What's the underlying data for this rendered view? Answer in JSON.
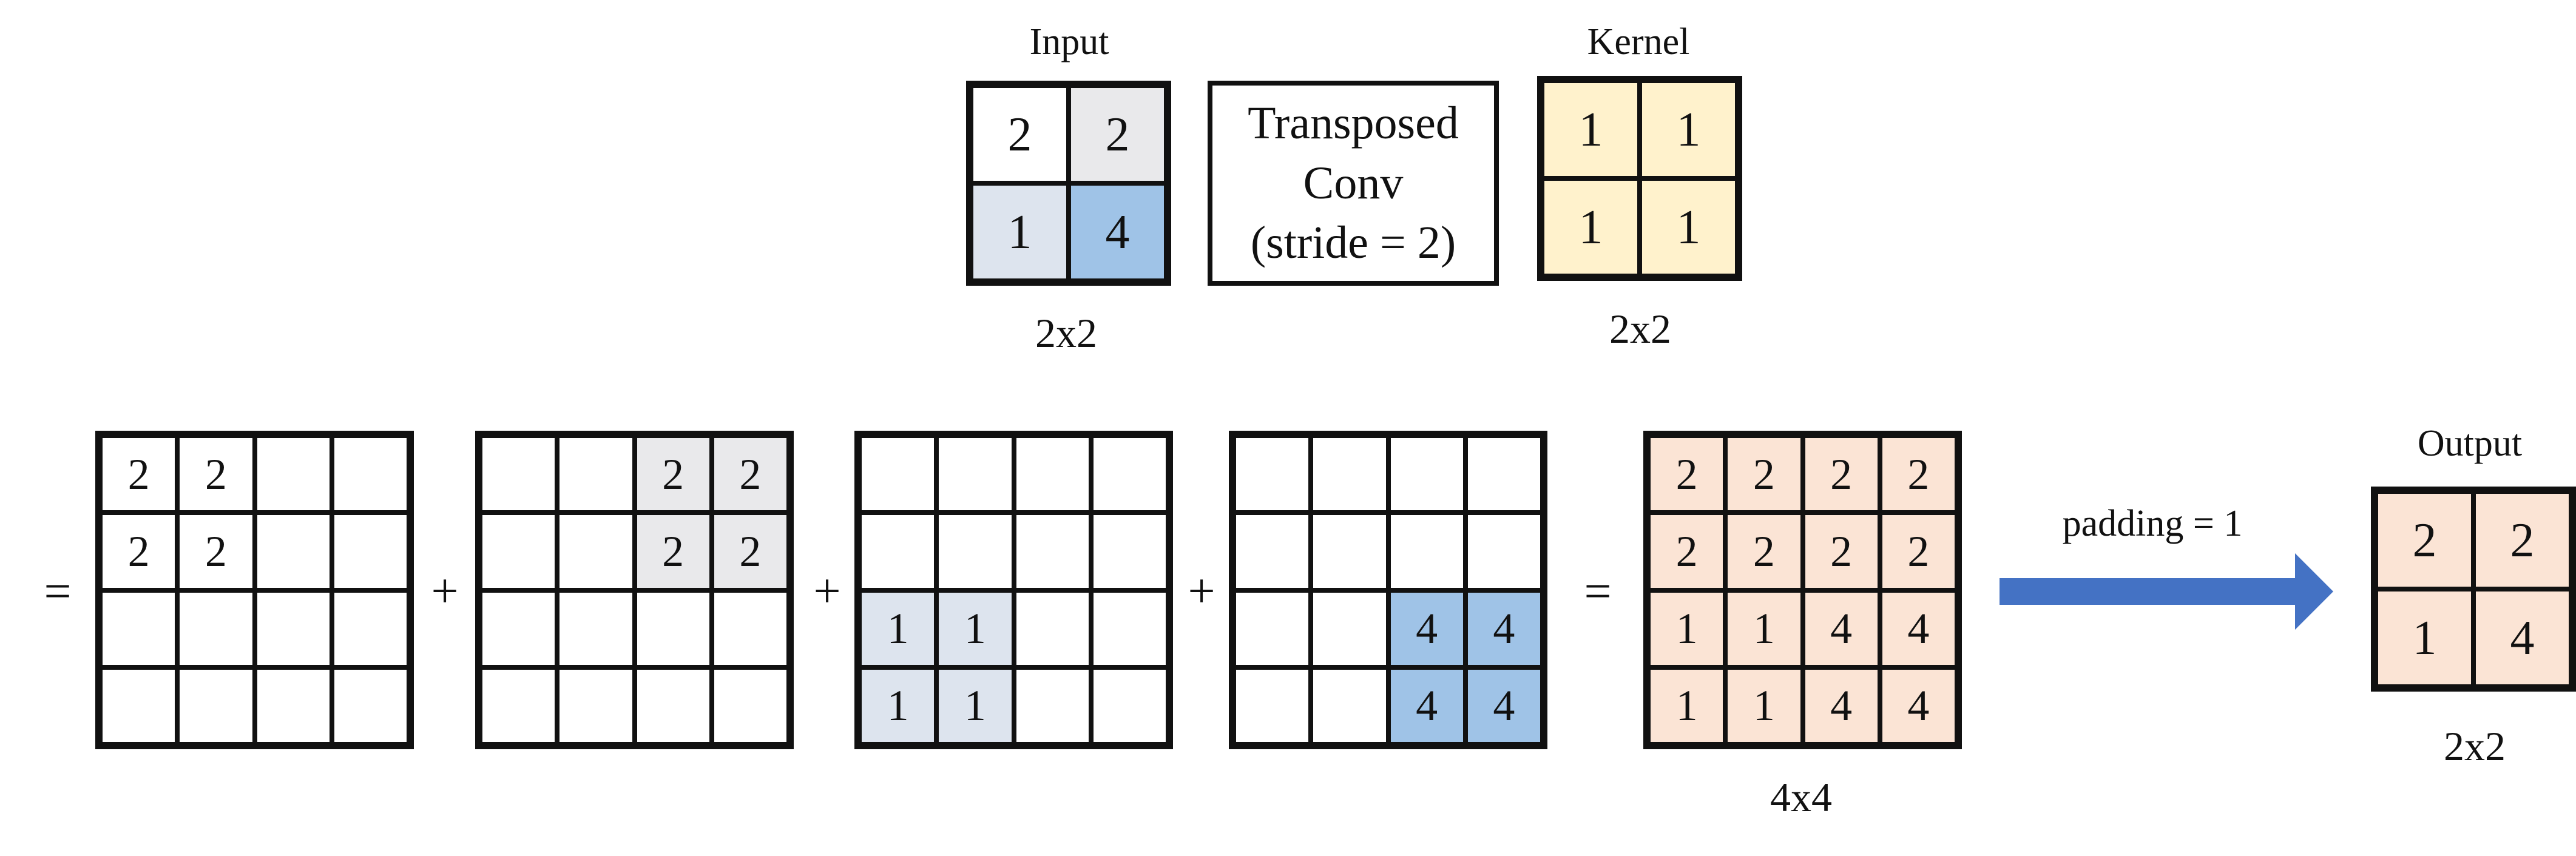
{
  "colors": {
    "white": "#ffffff",
    "gray": "#e9e9eb",
    "lightblue": "#dde4ee",
    "blue": "#9fc3e7",
    "yellow": "#fff2cc",
    "peach": "#fbe4d5",
    "arrow": "#4472c4",
    "line": "#111111"
  },
  "input": {
    "title": "Input",
    "size": "2x2",
    "values": [
      [
        "2",
        "2"
      ],
      [
        "1",
        "4"
      ]
    ],
    "colors": [
      [
        "white",
        "gray"
      ],
      [
        "lightblue",
        "blue"
      ]
    ]
  },
  "operation": {
    "lines": [
      "Transposed",
      "Conv",
      "(stride = 2)"
    ]
  },
  "kernel": {
    "title": "Kernel",
    "size": "2x2",
    "values": [
      [
        "1",
        "1"
      ],
      [
        "1",
        "1"
      ]
    ],
    "colors": [
      [
        "yellow",
        "yellow"
      ],
      [
        "yellow",
        "yellow"
      ]
    ]
  },
  "operators": {
    "equals": "=",
    "plus": "+"
  },
  "partials": [
    {
      "values": [
        [
          "2",
          "2",
          "",
          ""
        ],
        [
          "2",
          "2",
          "",
          ""
        ],
        [
          "",
          "",
          "",
          ""
        ],
        [
          "",
          "",
          "",
          ""
        ]
      ],
      "colors": [
        [
          "white",
          "white",
          "white",
          "white"
        ],
        [
          "white",
          "white",
          "white",
          "white"
        ],
        [
          "white",
          "white",
          "white",
          "white"
        ],
        [
          "white",
          "white",
          "white",
          "white"
        ]
      ]
    },
    {
      "values": [
        [
          "",
          "",
          "2",
          "2"
        ],
        [
          "",
          "",
          "2",
          "2"
        ],
        [
          "",
          "",
          "",
          ""
        ],
        [
          "",
          "",
          "",
          ""
        ]
      ],
      "colors": [
        [
          "white",
          "white",
          "gray",
          "gray"
        ],
        [
          "white",
          "white",
          "gray",
          "gray"
        ],
        [
          "white",
          "white",
          "white",
          "white"
        ],
        [
          "white",
          "white",
          "white",
          "white"
        ]
      ]
    },
    {
      "values": [
        [
          "",
          "",
          "",
          ""
        ],
        [
          "",
          "",
          "",
          ""
        ],
        [
          "1",
          "1",
          "",
          ""
        ],
        [
          "1",
          "1",
          "",
          ""
        ]
      ],
      "colors": [
        [
          "white",
          "white",
          "white",
          "white"
        ],
        [
          "white",
          "white",
          "white",
          "white"
        ],
        [
          "lightblue",
          "lightblue",
          "white",
          "white"
        ],
        [
          "lightblue",
          "lightblue",
          "white",
          "white"
        ]
      ]
    },
    {
      "values": [
        [
          "",
          "",
          "",
          ""
        ],
        [
          "",
          "",
          "",
          ""
        ],
        [
          "",
          "",
          "4",
          "4"
        ],
        [
          "",
          "",
          "4",
          "4"
        ]
      ],
      "colors": [
        [
          "white",
          "white",
          "white",
          "white"
        ],
        [
          "white",
          "white",
          "white",
          "white"
        ],
        [
          "white",
          "white",
          "blue",
          "blue"
        ],
        [
          "white",
          "white",
          "blue",
          "blue"
        ]
      ]
    }
  ],
  "sum": {
    "size": "4x4",
    "values": [
      [
        "2",
        "2",
        "2",
        "2"
      ],
      [
        "2",
        "2",
        "2",
        "2"
      ],
      [
        "1",
        "1",
        "4",
        "4"
      ],
      [
        "1",
        "1",
        "4",
        "4"
      ]
    ],
    "colors": [
      [
        "peach",
        "peach",
        "peach",
        "peach"
      ],
      [
        "peach",
        "peach",
        "peach",
        "peach"
      ],
      [
        "peach",
        "peach",
        "peach",
        "peach"
      ],
      [
        "peach",
        "peach",
        "peach",
        "peach"
      ]
    ]
  },
  "padding_label": "padding = 1",
  "output": {
    "title": "Output",
    "size": "2x2",
    "values": [
      [
        "2",
        "2"
      ],
      [
        "1",
        "4"
      ]
    ],
    "colors": [
      [
        "peach",
        "peach"
      ],
      [
        "peach",
        "peach"
      ]
    ]
  }
}
